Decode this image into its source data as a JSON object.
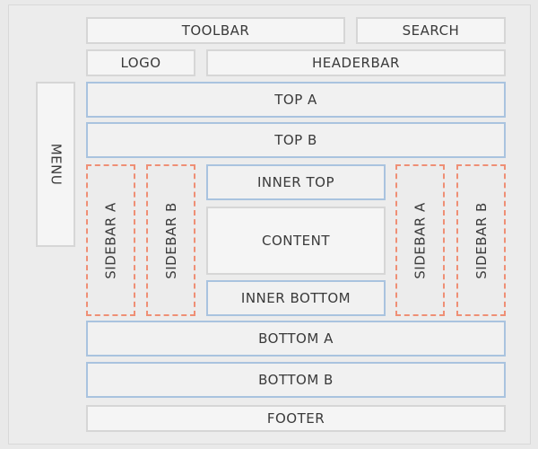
{
  "diagram": {
    "toolbar": "TOOLBAR",
    "search": "SEARCH",
    "logo": "LOGO",
    "headerbar": "HEADERBAR",
    "menu": "MENU",
    "top_a": "TOP A",
    "top_b": "TOP B",
    "left_sidebars": {
      "a": "SIDEBAR A",
      "b": "SIDEBAR B"
    },
    "center": {
      "inner_top": "INNER TOP",
      "content": "CONTENT",
      "inner_bottom": "INNER BOTTOM"
    },
    "right_sidebars": {
      "a": "SIDEBAR A",
      "b": "SIDEBAR B"
    },
    "bottom_a": "BOTTOM A",
    "bottom_b": "BOTTOM B",
    "footer": "FOOTER"
  },
  "colors": {
    "background": "#e9e9e9",
    "grey_border": "#d6d6d6",
    "blue_border": "#a9c3df",
    "dashed_border": "#ef8f75",
    "text": "#3a3a3a"
  }
}
